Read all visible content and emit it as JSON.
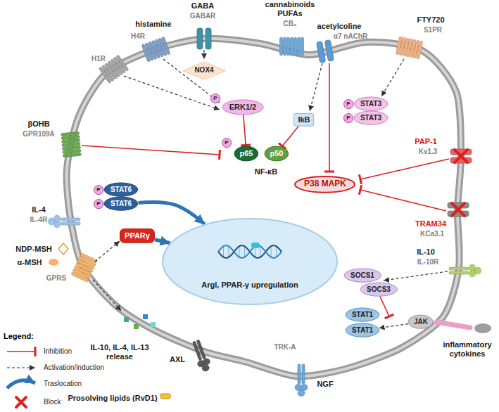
{
  "diagram": {
    "nodes": [
      {
        "text": [
          "NOX4"
        ]
      },
      {
        "text": [
          "ERK1/2"
        ]
      },
      {
        "text": [
          "P"
        ]
      },
      {
        "text": [
          "IkB"
        ]
      },
      {
        "text": [
          "STAT3"
        ]
      },
      {
        "text": [
          "STAT3"
        ]
      },
      {
        "text": [
          "P"
        ]
      },
      {
        "text": [
          "P"
        ]
      },
      {
        "text": [
          "p65"
        ]
      },
      {
        "text": [
          "p50"
        ]
      },
      {
        "text": [
          "P"
        ]
      },
      {
        "text": [
          "P38 MAPK"
        ]
      },
      {
        "text": [
          "STAT6"
        ]
      },
      {
        "text": [
          "STAT6"
        ]
      },
      {
        "text": [
          "P"
        ]
      },
      {
        "text": [
          "P"
        ]
      },
      {
        "text": [
          "PPARγ"
        ]
      },
      {
        "text": [
          "Argl, PPAR-γ upregulation"
        ]
      },
      {
        "text": [
          "SOCS1"
        ]
      },
      {
        "text": [
          "SOCS3"
        ]
      },
      {
        "text": [
          "STAT1"
        ]
      },
      {
        "text": [
          "STAT1"
        ]
      },
      {
        "text": [
          "JAK"
        ]
      }
    ],
    "edges": [
      {
        "from": 1,
        "to": 8,
        "arrow": "to"
      },
      {
        "from": 3,
        "to": 9,
        "arrow": "to"
      },
      {
        "from": 22,
        "to": 21,
        "arrow": "to"
      },
      {
        "from": 13,
        "to": 17,
        "arrow": "to"
      },
      {
        "from": 16,
        "to": 17,
        "arrow": "to"
      }
    ],
    "labels": [
      "GABA",
      "GABAR",
      "cannabinoids",
      "PUFAs",
      "CB₂",
      "histamine",
      "H4R",
      "H1R",
      "acetylcoline",
      "α7 nAChR",
      "FTY720",
      "S1PR",
      "βOHB",
      "GPR109A",
      "PAP-1",
      "Kv1.3",
      "TRAM34",
      "KCa3.1",
      "NF-κB",
      "IL-4",
      "IL-4R",
      "NDP-MSH",
      "α-MSH",
      "GPRS",
      "IL-10",
      "IL-10R",
      "inflammatory cytokines",
      "IL-10, IL-4, IL-13 release",
      "TRK-A",
      "NGF",
      "AXL",
      "Prosolving lipids (RvD1)",
      "Legend:"
    ],
    "legend": [
      {
        "text": "Inhibition"
      },
      {
        "text": "Activation/induction"
      },
      {
        "text": "Traslocation"
      },
      {
        "text": "Block"
      }
    ]
  }
}
